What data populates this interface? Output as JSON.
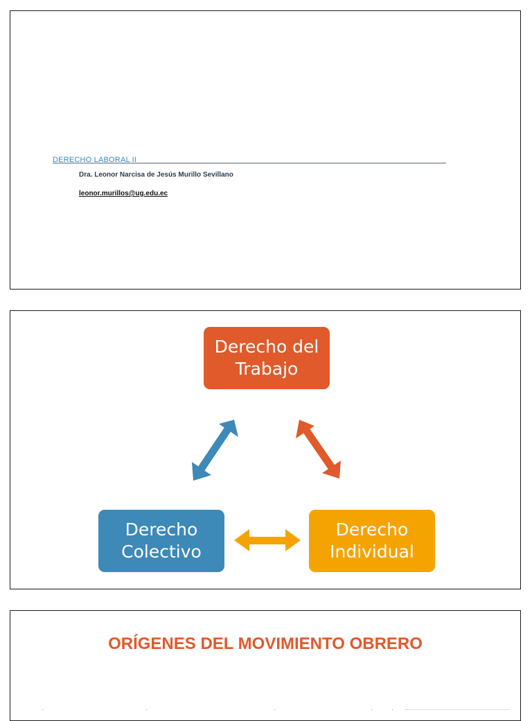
{
  "slide1": {
    "course_title": "DERECHO LABORAL II",
    "author": "Dra. Leonor Narcisa de Jesús Murillo Sevillano",
    "email": "leonor.murillos@ug.edu.ec"
  },
  "slide2": {
    "top_box": "Derecho del\nTrabajo",
    "left_box": "Derecho\nColectivo",
    "right_box": "Derecho\nIndividual",
    "colors": {
      "top": "#e05a2b",
      "left": "#3d89b8",
      "right": "#f5a300"
    }
  },
  "slide3": {
    "title": "ORÍGENES DEL MOVIMIENTO OBRERO"
  }
}
